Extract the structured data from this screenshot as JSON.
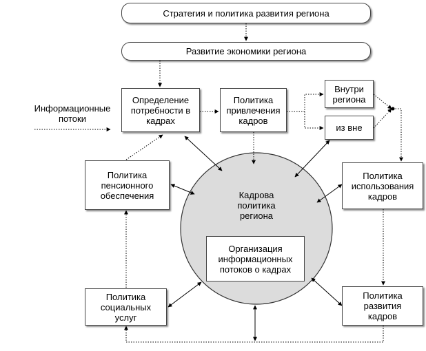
{
  "diagram": {
    "top_pill": "Стратегия и политика развития региона",
    "second_pill": "Развитие экономики региона",
    "info_flows": "Информационные\nпотоки",
    "determination": "Определение\nпотребности в\nкадрах",
    "attraction": "Политика\nпривлечения\nкадров",
    "inside_region": "Внутри\nрегиона",
    "outside": "из вне",
    "pension": "Политика\nпенсионного\nобеспечения",
    "usage": "Политика\nиспользования\nкадров",
    "circle": "Кадрова\nполитика\nрегиона",
    "org_info": "Организация\nинформационных\nпотоков о кадрах",
    "social": "Политика\nсоциальных\nуслуг",
    "development": "Политика\nразвития\nкадров"
  }
}
